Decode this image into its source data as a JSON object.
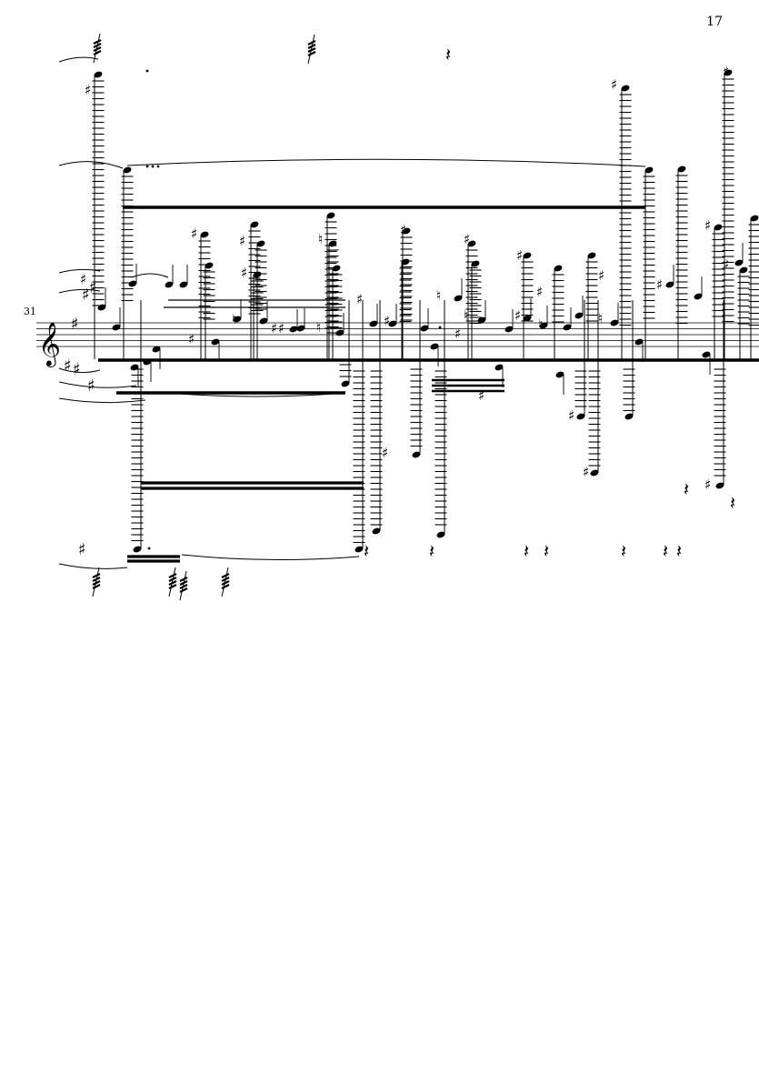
{
  "page": {
    "page_number": "17",
    "measure_number": "31"
  },
  "score": {
    "clef": "treble-clef",
    "key_signature": "sharps",
    "ink_color": "#000000",
    "paper_color": "#ffffff"
  }
}
